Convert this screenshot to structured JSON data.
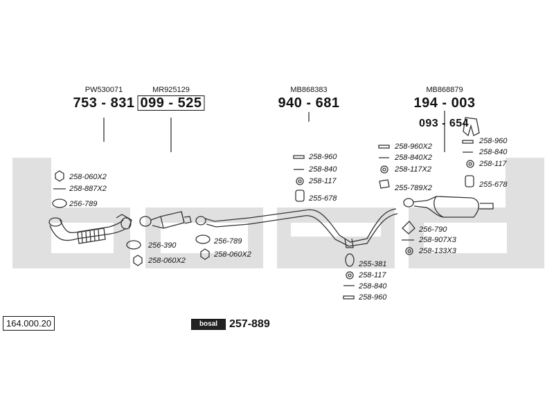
{
  "colors": {
    "watermark": "#dcdcdc",
    "line": "#333333"
  },
  "diagram_code": "164.000.20",
  "brand_logo": "bosal",
  "brand_part": "257-889",
  "top_parts": [
    {
      "ref": "PW530071",
      "number": "753 - 831",
      "boxed": false
    },
    {
      "ref": "MR925129",
      "number": "099 - 525",
      "boxed": true
    },
    {
      "ref": "MB868383",
      "number": "940 - 681",
      "boxed": false
    },
    {
      "ref": "MB868879",
      "number": "194 - 003",
      "boxed": false
    }
  ],
  "hanger_part": "093 - 654",
  "group1": [
    "258-060X2",
    "258-887X2",
    "256-789"
  ],
  "group2": [
    "256-390",
    "258-060X2"
  ],
  "group3": [
    "256-789",
    "258-060X2"
  ],
  "group4": [
    "258-960",
    "258-840",
    "258-117",
    "255-678"
  ],
  "group5": [
    "258-960X2",
    "258-840X2",
    "258-117X2",
    "255-789X2"
  ],
  "group6": [
    "258-960",
    "258-840",
    "258-117",
    "255-678"
  ],
  "group7": [
    "256-790",
    "258-907X3",
    "258-133X3"
  ],
  "group8": [
    "255-381",
    "258-117",
    "258-840",
    "258-960"
  ]
}
